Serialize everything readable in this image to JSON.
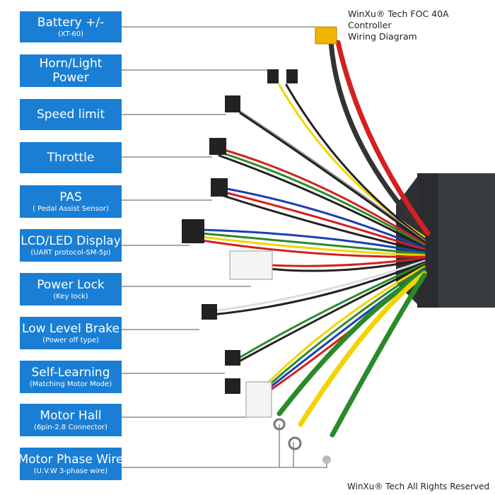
{
  "header": {
    "line1": "WinXu® Tech FOC 40A Controller",
    "line2": "Wiring Diagram"
  },
  "labels": [
    {
      "title": "Battery +/-",
      "sub": "(XT-60)"
    },
    {
      "title": "Horn/Light",
      "title2": "Power"
    },
    {
      "title": "Speed limit"
    },
    {
      "title": "Throttle"
    },
    {
      "title": "PAS",
      "sub": "( Pedal Assist Sensor)"
    },
    {
      "title": "LCD/LED Display",
      "sub": "(UART protocol-SM-5p)"
    },
    {
      "title": "Power Lock",
      "sub": "(Key lock)"
    },
    {
      "title": "Low Level Brake",
      "sub": "(Power off type)"
    },
    {
      "title": "Self-Learning",
      "sub": "(Matching Motor Mode)"
    },
    {
      "title": "Motor Hall",
      "sub": "(6pin-2.8 Connector)"
    },
    {
      "title": "Motor Phase Wire",
      "sub": "(U.V.W 3-phase wire)"
    }
  ],
  "footer": "WinXu® Tech All Rights Reserved",
  "colors": {
    "label_bg": "#1a7fd4",
    "label_text": "#ffffff",
    "controller_body": "#3a3d40"
  }
}
